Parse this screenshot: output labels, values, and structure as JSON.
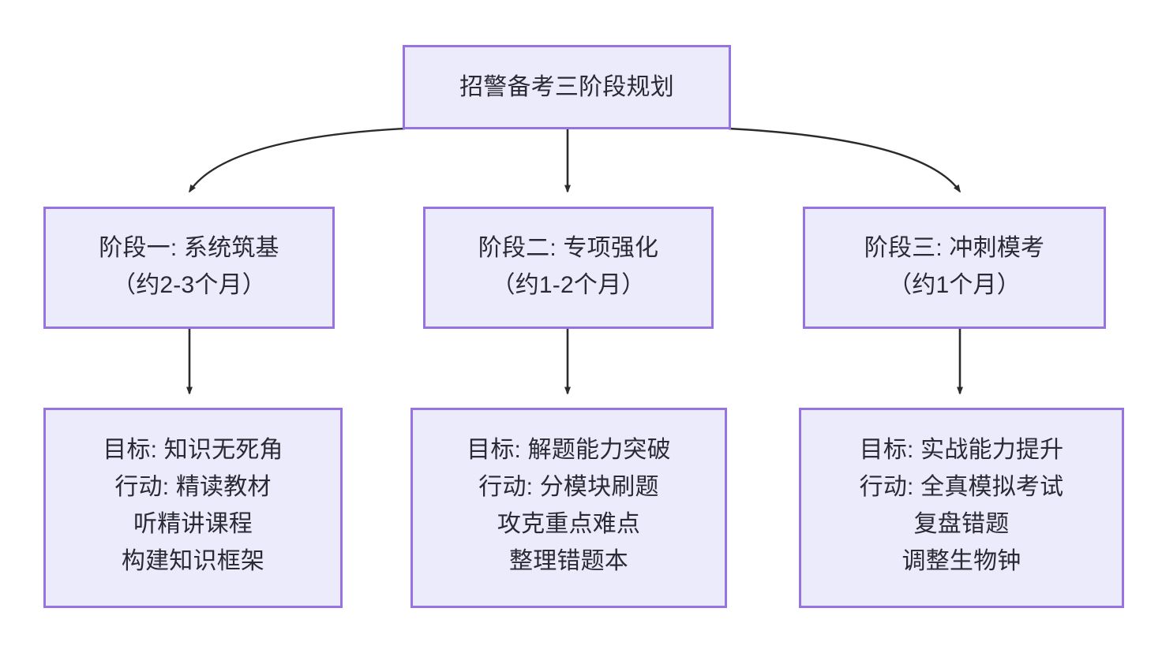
{
  "diagram": {
    "title": "招警备考三阶段规划",
    "root": {
      "id": "root",
      "label": "招警备考三阶段规划"
    },
    "stages": [
      {
        "id": "stage-1",
        "name": "阶段一: 系统筑基",
        "duration": "（约2-3个月）"
      },
      {
        "id": "stage-2",
        "name": "阶段二: 专项强化",
        "duration": "（约1-2个月）"
      },
      {
        "id": "stage-3",
        "name": "阶段三: 冲刺模考",
        "duration": "（约1个月）"
      }
    ],
    "details": [
      {
        "id": "detail-1",
        "lines": [
          "目标: 知识无死角",
          "行动: 精读教材",
          "听精讲课程",
          "构建知识框架"
        ]
      },
      {
        "id": "detail-2",
        "lines": [
          "目标: 解题能力突破",
          "行动: 分模块刷题",
          "攻克重点难点",
          "整理错题本"
        ]
      },
      {
        "id": "detail-3",
        "lines": [
          "目标: 实战能力提升",
          "行动: 全真模拟考试",
          "复盘错题",
          "调整生物钟"
        ]
      }
    ],
    "colors": {
      "node_fill": "#ECEBFB",
      "node_border": "#9673E0",
      "node_text": "#2A2A35",
      "edge": "#2B2B2B",
      "background": "#FFFFFF"
    }
  }
}
